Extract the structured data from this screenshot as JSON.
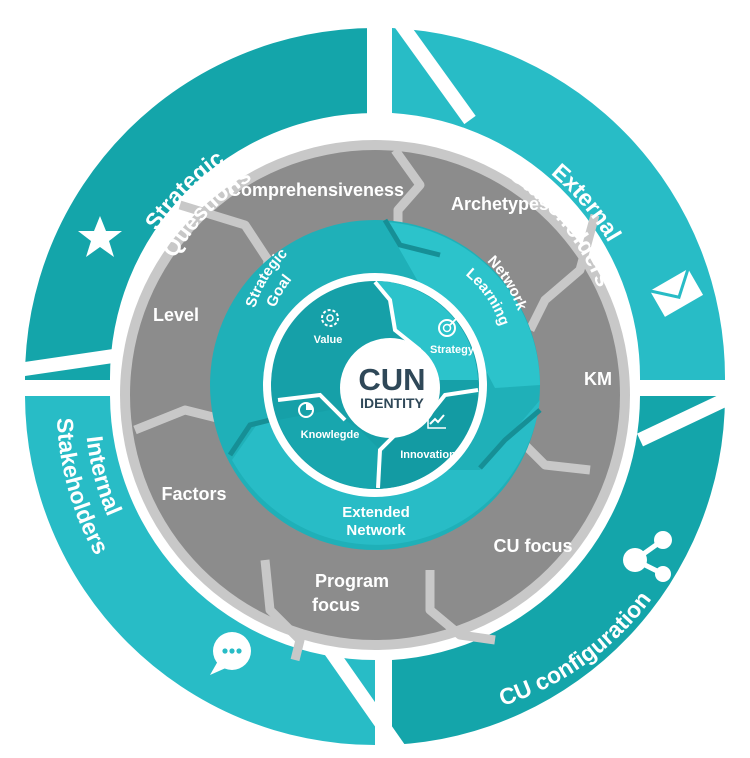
{
  "center": {
    "title": "CUN",
    "subtitle": "IDENTITY"
  },
  "core": {
    "value": "Value",
    "strategy": "Strategy",
    "knowledge": "Knowlegde",
    "innovation": "Innovation"
  },
  "inner": {
    "strategic_goal": [
      "Strategic",
      "Goal"
    ],
    "network_learning": [
      "Network",
      "Learning"
    ],
    "extended_network": [
      "Extended",
      "Network"
    ]
  },
  "middle": {
    "comprehensiveness": "Comprehensiveness",
    "archetypes": "Archetypes",
    "level": "Level",
    "km": "KM",
    "factors": "Factors",
    "cu_focus": "CU focus",
    "program_focus": [
      "Program",
      "focus"
    ]
  },
  "outer": {
    "strategic_questions": [
      "Strategic",
      "Questions"
    ],
    "external_stakeholders": [
      "External",
      "Stakeholders"
    ],
    "internal_stakeholders": [
      "Internal",
      "Stakeholders"
    ],
    "cu_configuration": "CU configuration"
  },
  "icons": [
    "star-icon",
    "envelope-icon",
    "chat-bubble-icon",
    "share-icon",
    "gear-icon",
    "target-icon",
    "pie-chart-icon",
    "trend-line-icon"
  ],
  "colors": {
    "outer_dark": "#14a5aa",
    "outer_light": "#28bcc6",
    "ring_gray": "#8c8c8c",
    "ring_border": "#c8c8c8",
    "inner_teal": "#1fb0b8",
    "core_teal": "#16a0a8",
    "center_text": "#2f4858"
  }
}
